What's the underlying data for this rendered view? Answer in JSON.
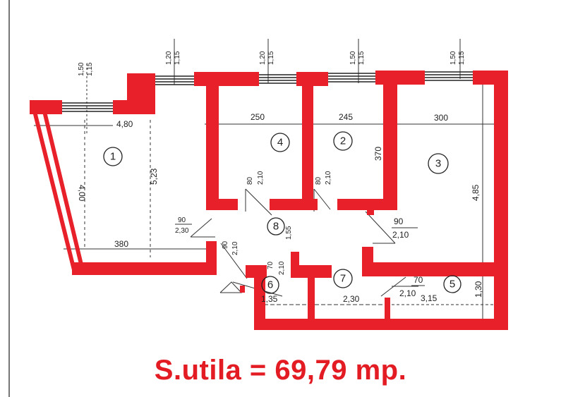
{
  "title": "Floor plan - apartment",
  "colors": {
    "wall": "#e8202a",
    "text": "#e31b23",
    "line": "#222222"
  },
  "windows": [
    {
      "id": "w1",
      "width": "1,50",
      "height": "1,15"
    },
    {
      "id": "w2",
      "width": "1,20",
      "height": "1,15"
    },
    {
      "id": "w3",
      "width": "1,20",
      "height": "1,15"
    },
    {
      "id": "w4",
      "width": "1,50",
      "height": "1,15"
    },
    {
      "id": "w5",
      "width": "1,50",
      "height": "1,15"
    }
  ],
  "rooms": [
    {
      "number": "1",
      "dims": [
        "4,80",
        "5,23",
        "4,00",
        "380"
      ]
    },
    {
      "number": "2",
      "dims": [
        "245",
        "370"
      ]
    },
    {
      "number": "3",
      "dims": [
        "300",
        "4,85"
      ]
    },
    {
      "number": "4",
      "dims": [
        "250"
      ]
    },
    {
      "number": "5",
      "dims": [
        "3,15",
        "1,30"
      ]
    },
    {
      "number": "6",
      "dims": [
        "1,35"
      ]
    },
    {
      "number": "7",
      "dims": [
        "2,30"
      ]
    },
    {
      "number": "8",
      "dims": [
        "1,55"
      ]
    }
  ],
  "doors": [
    {
      "id": "d1",
      "width": "90",
      "height": "2,30"
    },
    {
      "id": "d4",
      "width": "80",
      "height": "2,10"
    },
    {
      "id": "d2",
      "width": "80",
      "height": "2,10"
    },
    {
      "id": "d3",
      "width": "90",
      "height": "2,10"
    },
    {
      "id": "d8",
      "width": "90",
      "height": "2,10"
    },
    {
      "id": "d6",
      "width": "70",
      "height": "2,10"
    },
    {
      "id": "d5",
      "width": "70",
      "height": "2,10"
    }
  ],
  "labels": {
    "r1_width_top": "4,80",
    "r1_depth": "5,23",
    "r1_left": "4,00",
    "r1_bottom": "380",
    "r4_width": "250",
    "r2_width": "245",
    "r2_depth": "370",
    "r3_width": "300",
    "r3_depth": "4,85",
    "r5_width": "3,15",
    "r5_depth": "1,30",
    "r6_width": "1,35",
    "r7_width": "2,30",
    "r8_depth": "1,55"
  },
  "summary": {
    "text": "S.utila = 69,79 mp."
  }
}
